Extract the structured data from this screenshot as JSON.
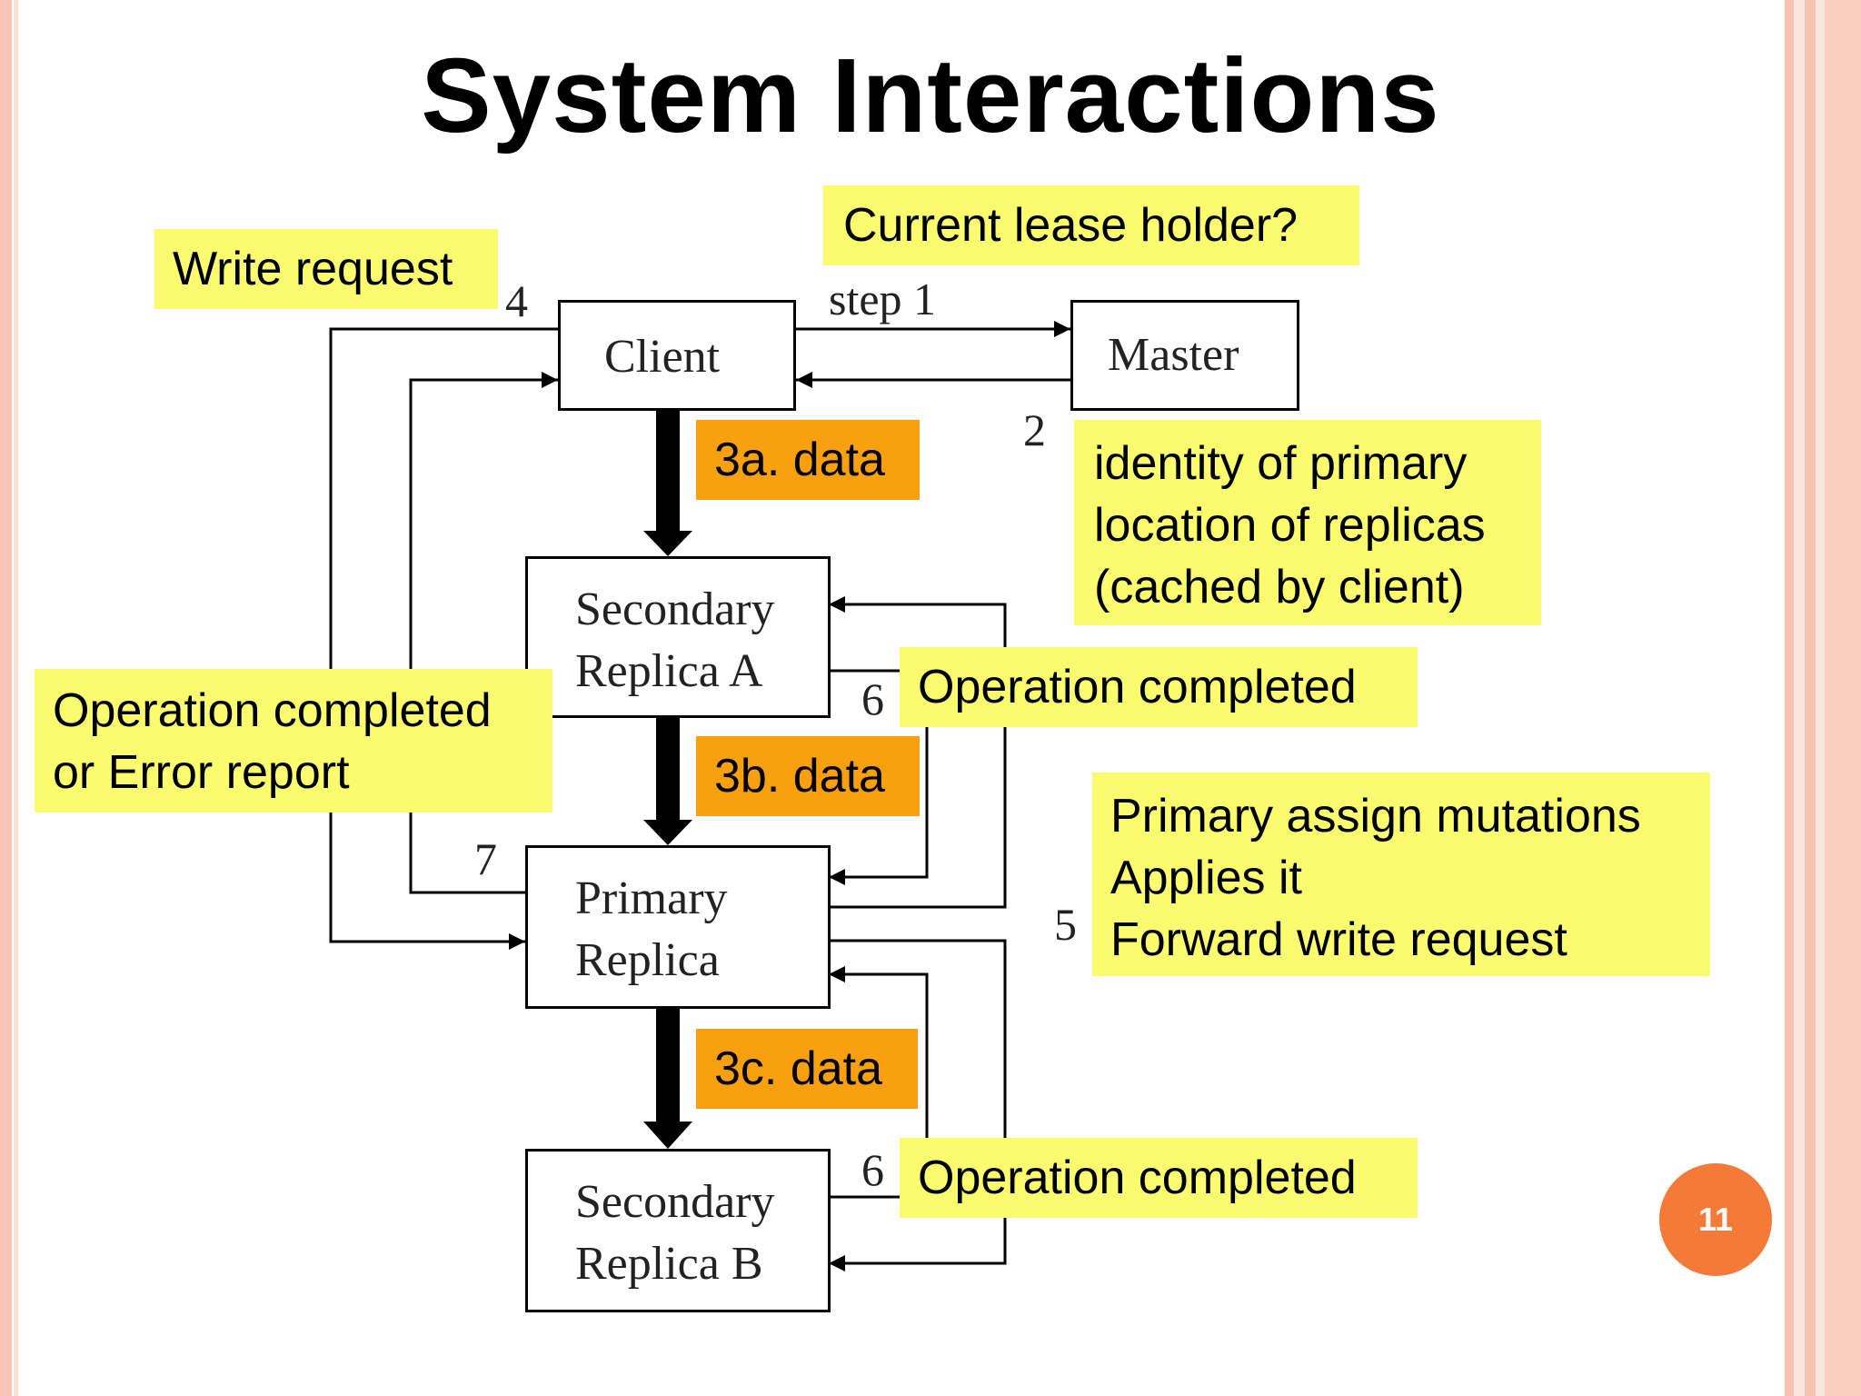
{
  "title": "System Interactions",
  "boxes": {
    "client": "Client",
    "master": "Master",
    "secondary_a": [
      "Secondary",
      "Replica A"
    ],
    "primary": [
      "Primary",
      "Replica"
    ],
    "secondary_b": [
      "Secondary",
      "Replica B"
    ]
  },
  "steps": {
    "step1": "step 1",
    "s2": "2",
    "s4": "4",
    "s5": "5",
    "s6a": "6",
    "s6b": "6",
    "s7": "7"
  },
  "notes": {
    "current_lease": "Current lease holder?",
    "write_request": "Write request",
    "identity": [
      "identity of primary",
      "location of replicas",
      "(cached by client)"
    ],
    "data_3a": "3a. data",
    "data_3b": "3b. data",
    "data_3c": "3c. data",
    "op_completed_a": "Operation completed",
    "op_completed_b": "Operation completed",
    "op_or_error": [
      "Operation completed",
      "or Error report"
    ],
    "primary_assign": [
      "Primary assign mutations",
      "Applies it",
      "Forward write request"
    ]
  },
  "slide_number": "11",
  "colors": {
    "note_yellow": "#fbfb70",
    "note_orange": "#f8a00f",
    "badge": "#f47a3a",
    "border": "#f7c4b6"
  }
}
